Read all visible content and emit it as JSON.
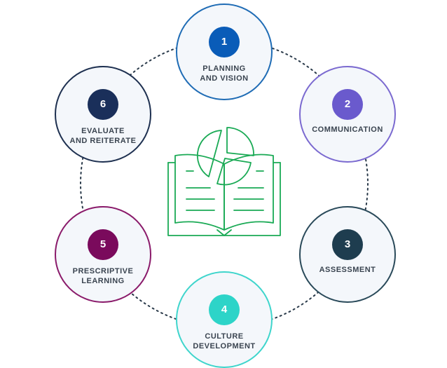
{
  "steps": [
    {
      "number": "1",
      "line1": "PLANNING",
      "line2": "AND VISION",
      "color": "#0a5cb8",
      "border": "#1f6cb5"
    },
    {
      "number": "2",
      "line1": "COMMUNICATION",
      "line2": "",
      "color": "#6a5acd",
      "border": "#7b6ad0"
    },
    {
      "number": "3",
      "line1": "ASSESSMENT",
      "line2": "",
      "color": "#1e3d4f",
      "border": "#2a4a5a"
    },
    {
      "number": "4",
      "line1": "CULTURE",
      "line2": "DEVELOPMENT",
      "color": "#2dd4c8",
      "border": "#3fd5cc"
    },
    {
      "number": "5",
      "line1": "PRESCRIPTIVE",
      "line2": "LEARNING",
      "color": "#7a0a5c",
      "border": "#8a1a6a"
    },
    {
      "number": "6",
      "line1": "EVALUATE",
      "line2": "AND REITERATE",
      "color": "#1a2f5a",
      "border": "#1e3050"
    }
  ],
  "center_icon": "book-with-pie-chart-icon",
  "icon_color": "#1aaa55",
  "connector_color": "#2a3a4a"
}
